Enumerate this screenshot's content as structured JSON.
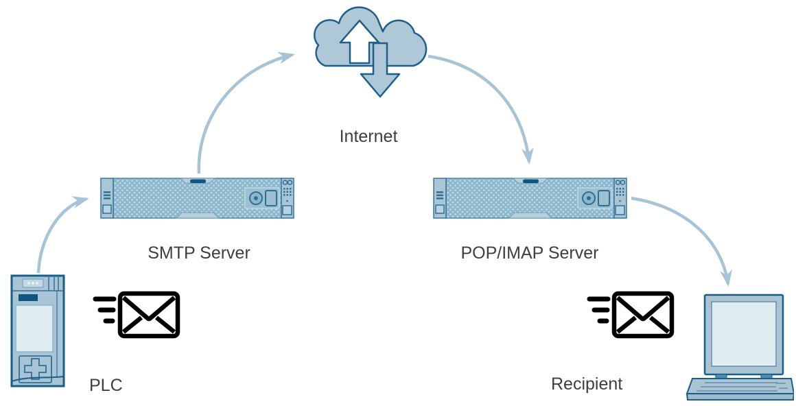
{
  "diagram": {
    "type": "email-flow-diagram",
    "nodes": [
      {
        "id": "plc",
        "label": "PLC",
        "icon": "plc-controller-icon"
      },
      {
        "id": "smtp",
        "label": "SMTP Server",
        "icon": "rack-server-icon"
      },
      {
        "id": "internet",
        "label": "Internet",
        "icon": "cloud-up-down-arrows-icon"
      },
      {
        "id": "pop-imap",
        "label": "POP/IMAP Server",
        "icon": "rack-server-icon"
      },
      {
        "id": "recipient",
        "label": "Recipient",
        "icon": "laptop-icon"
      }
    ],
    "edges": [
      {
        "from": "plc",
        "to": "smtp"
      },
      {
        "from": "smtp",
        "to": "internet"
      },
      {
        "from": "internet",
        "to": "pop-imap"
      },
      {
        "from": "pop-imap",
        "to": "recipient"
      }
    ],
    "decorations": [
      {
        "icon": "email-send-icon",
        "near": "plc"
      },
      {
        "icon": "email-send-icon",
        "near": "recipient"
      }
    ]
  },
  "labels": {
    "internet": "Internet",
    "smtp_server": "SMTP Server",
    "pop_imap_server": "POP/IMAP Server",
    "plc": "PLC",
    "recipient": "Recipient"
  },
  "colors": {
    "icon_fill": "#aec8d7",
    "icon_stroke": "#1b5f8a",
    "server_body": "#8db7cd",
    "server_dots": "#c3dae5",
    "screen_fill": "#dfedf3",
    "dark_slot": "#0e567f",
    "arrow": "#a7c4d6",
    "label_text": "#3e3e3e",
    "envelope": "#000000",
    "background": "#ffffff"
  }
}
